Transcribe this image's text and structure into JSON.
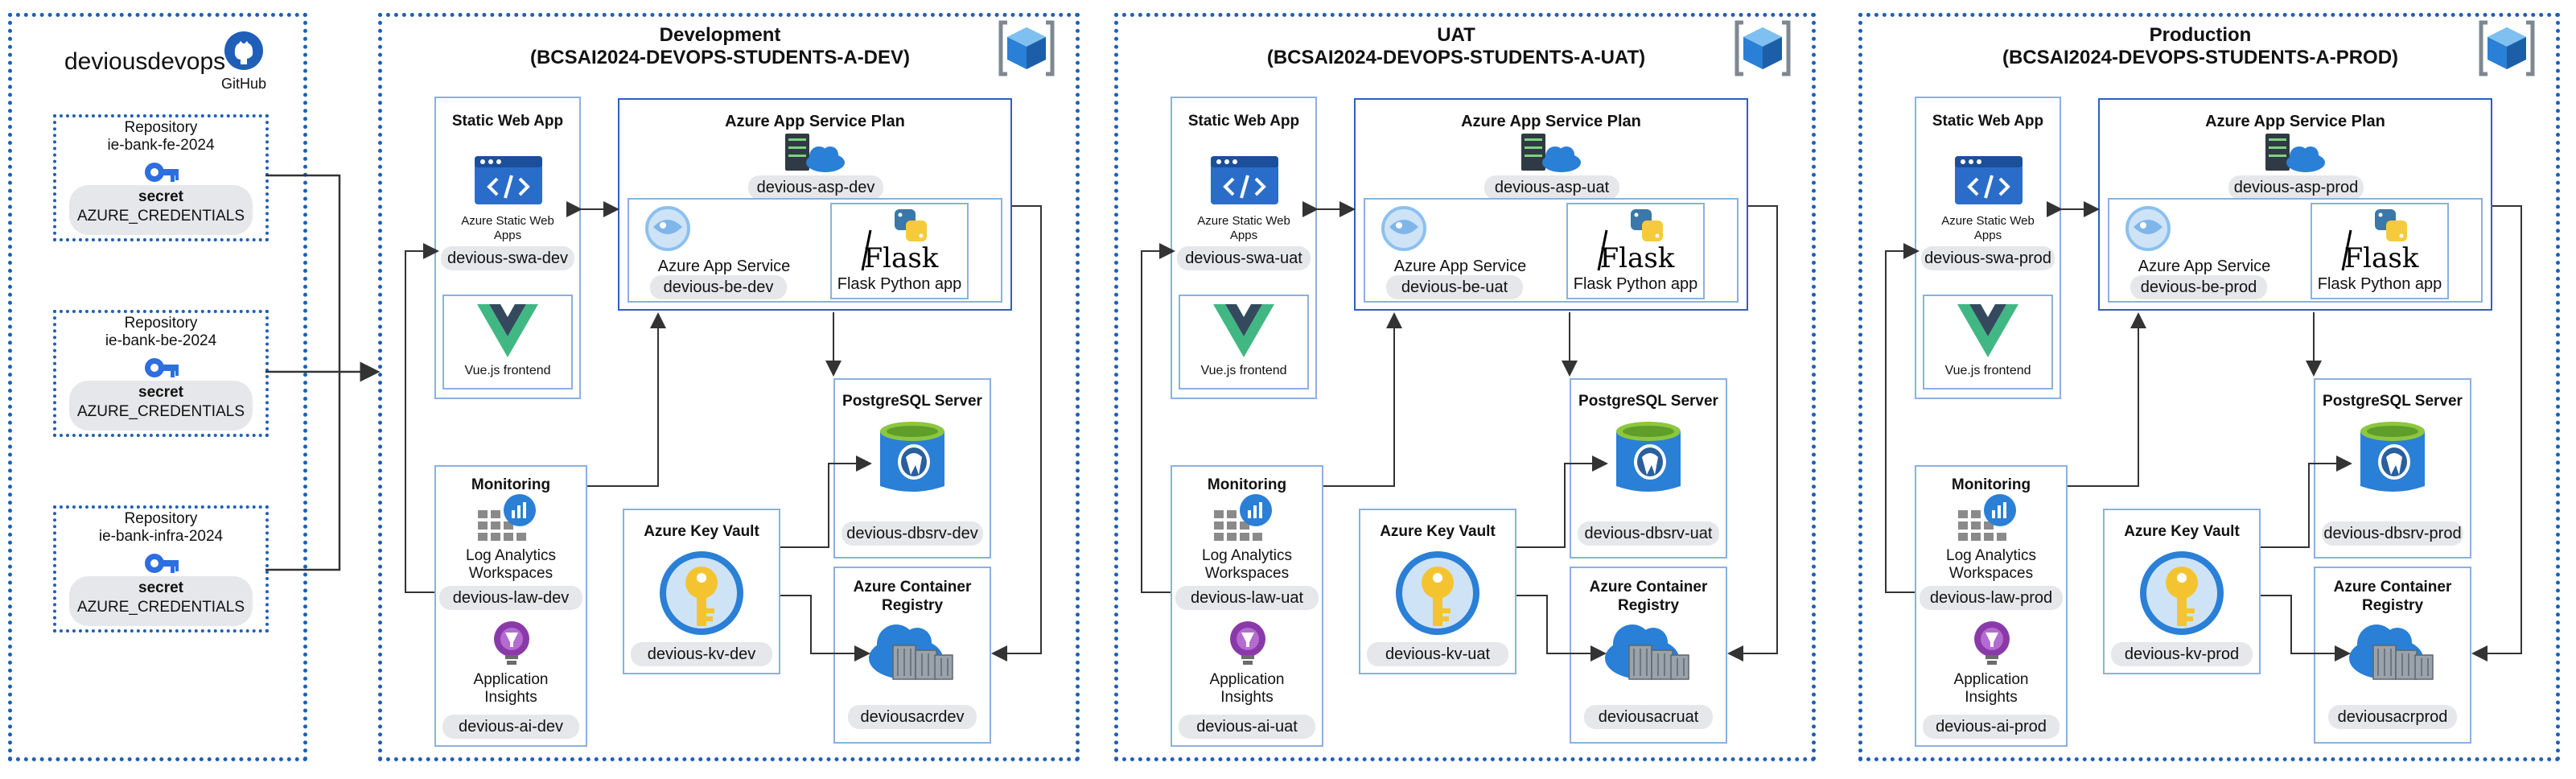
{
  "github": {
    "org": "deviousdevops",
    "label": "GitHub",
    "repo_label": "Repository",
    "secret_label": "secret",
    "repos": [
      {
        "name": "ie-bank-fe-2024",
        "secret": "AZURE_CREDENTIALS"
      },
      {
        "name": "ie-bank-be-2024",
        "secret": "AZURE_CREDENTIALS"
      },
      {
        "name": "ie-bank-infra-2024",
        "secret": "AZURE_CREDENTIALS"
      }
    ]
  },
  "labels": {
    "static_web_app": "Static Web App",
    "azure_static_web_apps": "Azure Static Web Apps",
    "vue_frontend": "Vue.js frontend",
    "app_service_plan": "Azure App Service Plan",
    "app_service": "Azure App Service",
    "flask_app": "Flask Python app",
    "flask_logo": "Flask",
    "postgres": "PostgreSQL Server",
    "monitoring": "Monitoring",
    "log_analytics": "Log Analytics Workspaces",
    "app_insights": "Application Insights",
    "key_vault": "Azure Key Vault",
    "acr": "Azure Container Registry"
  },
  "environments": [
    {
      "title": "Development",
      "subscription": "(BCSAI2024-DEVOPS-STUDENTS-A-DEV)",
      "swa": "devious-swa-dev",
      "asp": "devious-asp-dev",
      "be": "devious-be-dev",
      "db": "devious-dbsrv-dev",
      "law": "devious-law-dev",
      "ai": "devious-ai-dev",
      "kv": "devious-kv-dev",
      "acr": "deviousacrdev"
    },
    {
      "title": "UAT",
      "subscription": "(BCSAI2024-DEVOPS-STUDENTS-A-UAT)",
      "swa": "devious-swa-uat",
      "asp": "devious-asp-uat",
      "be": "devious-be-uat",
      "db": "devious-dbsrv-uat",
      "law": "devious-law-uat",
      "ai": "devious-ai-uat",
      "kv": "devious-kv-uat",
      "acr": "deviousacruat"
    },
    {
      "title": "Production",
      "subscription": "(BCSAI2024-DEVOPS-STUDENTS-A-PROD)",
      "swa": "devious-swa-prod",
      "asp": "devious-asp-prod",
      "be": "devious-be-prod",
      "db": "devious-dbsrv-prod",
      "law": "devious-law-prod",
      "ai": "devious-ai-prod",
      "kv": "devious-kv-prod",
      "acr": "deviousacrprod"
    }
  ],
  "colors": {
    "frame": "#1f5fb8",
    "box_border": "#8bb0e0",
    "strong_border": "#2e5fc0",
    "pill_bg": "#e6e7ea",
    "arrow": "#333333"
  }
}
